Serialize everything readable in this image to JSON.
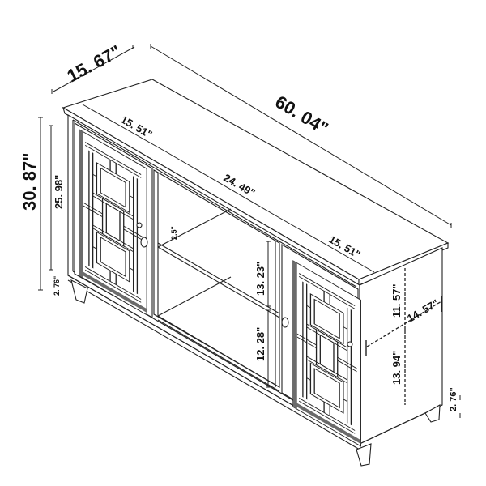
{
  "diagram": {
    "subject": "TV stand / sideboard cabinet with two lattice-pattern glass doors and center open shelf",
    "units": "inches",
    "dimensions": {
      "overall_depth": "15. 67\"",
      "overall_width": "60. 04\"",
      "overall_height": "30. 87\"",
      "body_height": "25. 98\"",
      "leg_height_left": "2. 76\"",
      "leg_height_right": "2. 76\"",
      "left_door_width": "15. 51\"",
      "center_opening_width": "24. 49\"",
      "right_door_width": "15. 51\"",
      "shelf_thickness": "2.5\"",
      "upper_opening_height": "13. 23\"",
      "lower_opening_height": "12. 28\"",
      "side_upper_height": "11. 57\"",
      "side_lower_height": "13. 94\"",
      "inner_depth": "14. 57\""
    },
    "colors": {
      "line": "#222222",
      "background": "#ffffff",
      "glass_shadow": "#6b6b6b"
    }
  }
}
